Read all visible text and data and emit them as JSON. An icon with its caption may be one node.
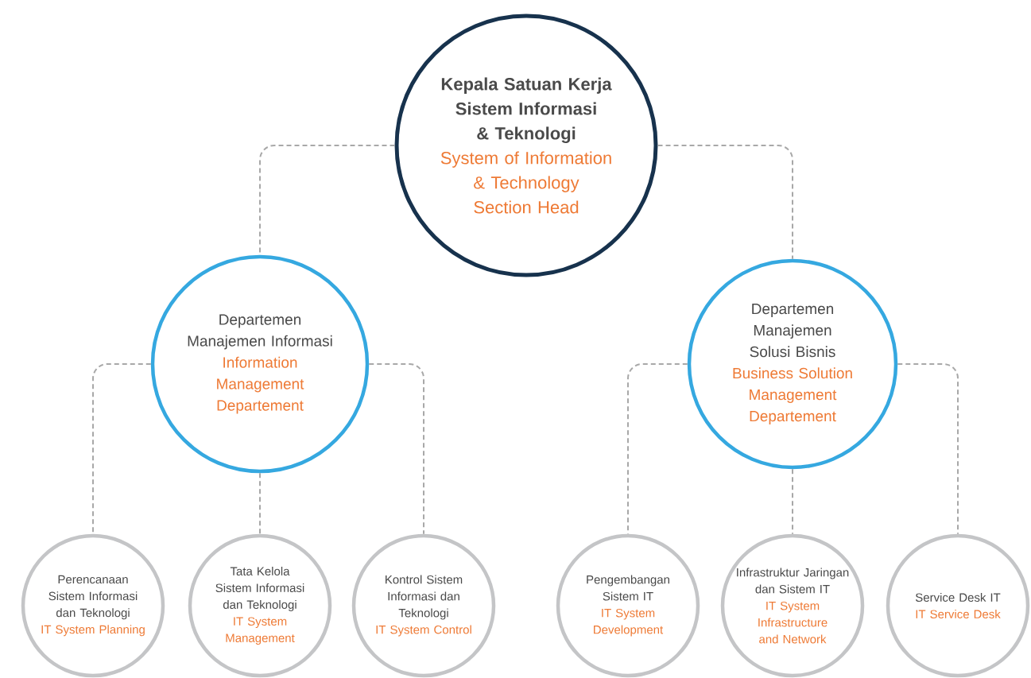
{
  "diagram": {
    "nodes": [
      {
        "text": [
          "Kepala Satuan Kerja Sistem Informasi & Teknologi",
          "System of Information & Technology Section Head"
        ]
      },
      {
        "text": [
          "Departemen Manajemen Informasi",
          "Information Management Departement"
        ]
      },
      {
        "text": [
          "Departemen Manajemen Solusi Bisnis",
          "Business Solution Management Departement"
        ]
      },
      {
        "text": [
          "Perencanaan Sistem Informasi dan Teknologi",
          "IT System Planning"
        ]
      },
      {
        "text": [
          "Tata Kelola Sistem Informasi dan Teknologi",
          "IT System Management"
        ]
      },
      {
        "text": [
          "Kontrol Sistem Informasi dan Teknologi",
          "IT System Control"
        ]
      },
      {
        "text": [
          "Pengembangan Sistem IT",
          "IT System Development"
        ]
      },
      {
        "text": [
          "Infrastruktur Jaringan dan Sistem IT",
          "IT System Infrastructure and Network"
        ]
      },
      {
        "text": [
          "Service Desk IT",
          "IT Service Desk"
        ]
      }
    ],
    "edges": [
      {
        "from": 0,
        "to": 1,
        "arrow": "none",
        "style": "dashed"
      },
      {
        "from": 0,
        "to": 2,
        "arrow": "none",
        "style": "dashed"
      },
      {
        "from": 1,
        "to": 3,
        "arrow": "none",
        "style": "dashed"
      },
      {
        "from": 1,
        "to": 4,
        "arrow": "none",
        "style": "dashed"
      },
      {
        "from": 1,
        "to": 5,
        "arrow": "none",
        "style": "dashed"
      },
      {
        "from": 2,
        "to": 6,
        "arrow": "none",
        "style": "dashed"
      },
      {
        "from": 2,
        "to": 7,
        "arrow": "none",
        "style": "dashed"
      },
      {
        "from": 2,
        "to": 8,
        "arrow": "none",
        "style": "dashed"
      }
    ]
  }
}
